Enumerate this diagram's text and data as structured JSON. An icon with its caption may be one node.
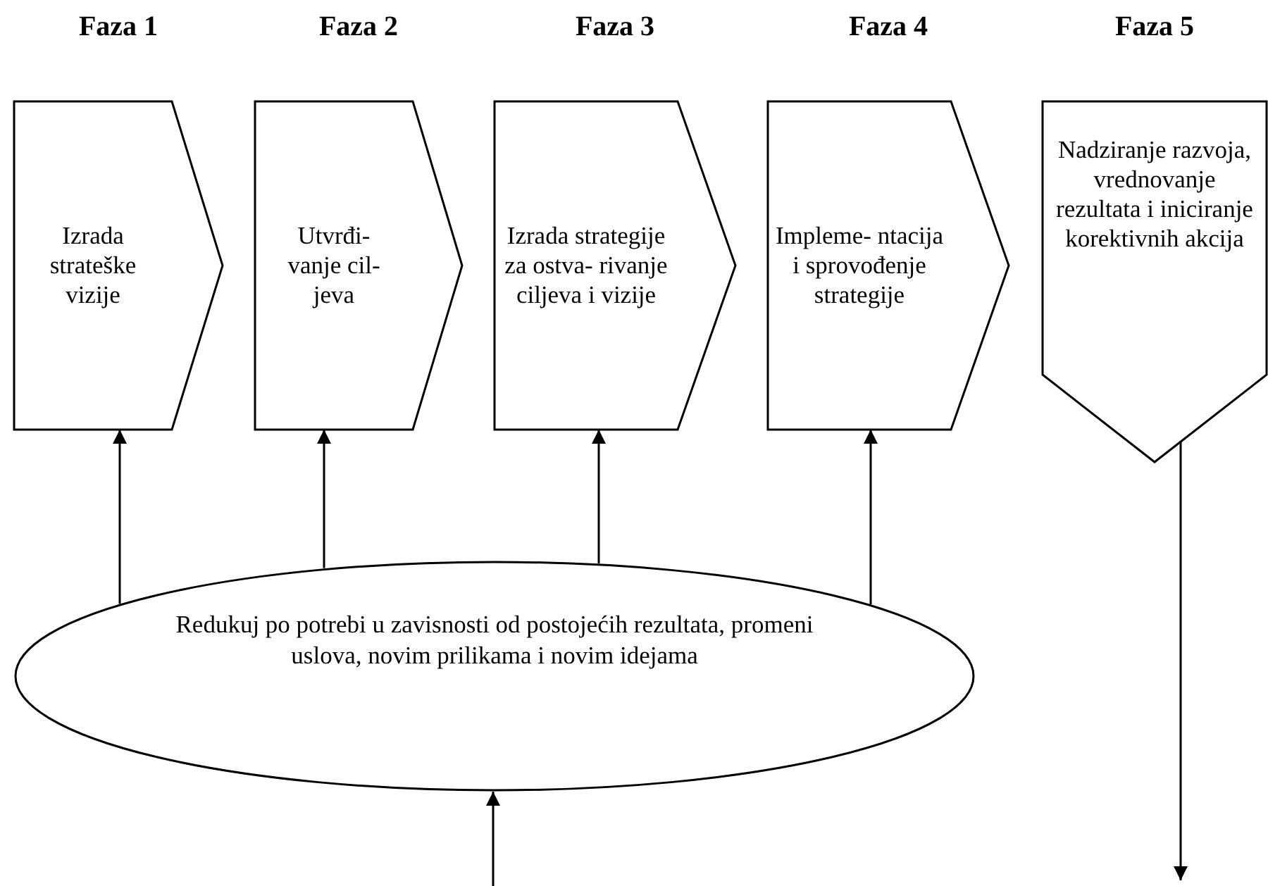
{
  "diagram": {
    "nodes": [
      {
        "text": [
          "Faza 1",
          "Izrada strateške vizije"
        ]
      },
      {
        "text": [
          "Faza 2",
          "Utvrđi- vanje cil- jeva"
        ]
      },
      {
        "text": [
          "Faza 3",
          "Izrada strategije za ostva- rivanje ciljeva i vizije"
        ]
      },
      {
        "text": [
          "Faza 4",
          "Impleme- ntacija i sprovođenje strategije"
        ]
      },
      {
        "text": [
          "Faza 5",
          "Nadziranje razvoja, vrednovanje rezultata i iniciranje korektivnih akcija"
        ]
      },
      {
        "text": [
          "Redukuj po potrebi u zavisnosti od postojećih rezultata, promeni uslova, novim prilikama i novim idejama"
        ]
      }
    ],
    "edges": [
      {
        "from": 5,
        "to": 0,
        "arrow": "to"
      },
      {
        "from": 5,
        "to": 1,
        "arrow": "to"
      },
      {
        "from": 5,
        "to": 2,
        "arrow": "to"
      },
      {
        "from": 5,
        "to": 3,
        "arrow": "to"
      },
      {
        "from": null,
        "to": 5,
        "arrow": "to"
      },
      {
        "from": 4,
        "to": null,
        "arrow": "to"
      }
    ]
  }
}
